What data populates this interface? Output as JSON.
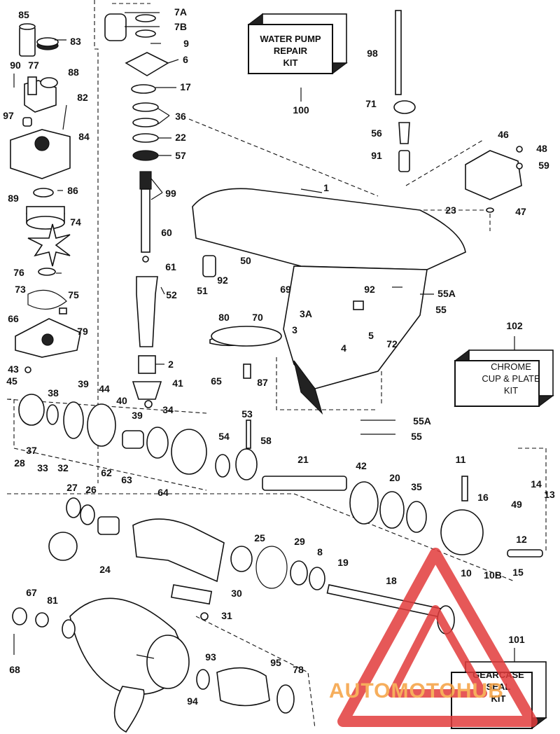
{
  "kits": {
    "water_pump": {
      "line1": "WATER PUMP",
      "line2": "REPAIR",
      "line3": "KIT",
      "number": "100"
    },
    "chrome_cup": {
      "line1": "CHROME",
      "line2": "CUP & PLATE",
      "line3": "KIT",
      "number": "102"
    },
    "gearcase_seal": {
      "line1": "GEARCASE",
      "line2": "SEAL",
      "line3": "KIT",
      "number": "101"
    }
  },
  "callouts": {
    "c85": "85",
    "c83": "83",
    "c90": "90",
    "c77": "77",
    "c88": "88",
    "c82": "82",
    "c97": "97",
    "c84": "84",
    "c86": "86",
    "c89": "89",
    "c74": "74",
    "c76": "76",
    "c73": "73",
    "c75": "75",
    "c66": "66",
    "c79": "79",
    "c43": "43",
    "c45": "45",
    "c38": "38",
    "c39a": "39",
    "c44": "44",
    "c40": "40",
    "c39b": "39",
    "c41": "41",
    "c34": "34",
    "c37": "37",
    "c28": "28",
    "c33": "33",
    "c32": "32",
    "c62": "62",
    "c63": "63",
    "c64": "64",
    "c27": "27",
    "c26": "26",
    "c24": "24",
    "c7a": "7A",
    "c7b": "7B",
    "c9": "9",
    "c6": "6",
    "c17": "17",
    "c36": "36",
    "c22": "22",
    "c57": "57",
    "c99": "99",
    "c60": "60",
    "c61": "61",
    "c52": "52",
    "c2": "2",
    "c51": "51",
    "c92a": "92",
    "c50": "50",
    "c69": "69",
    "c80": "80",
    "c70": "70",
    "c1": "1",
    "c65": "65",
    "c87": "87",
    "c3a": "3A",
    "c3": "3",
    "c4": "4",
    "c5": "5",
    "c72": "72",
    "c92b": "92",
    "c55a1": "55A",
    "c55a": "55",
    "c98": "98",
    "c71": "71",
    "c56": "56",
    "c91": "91",
    "c46": "46",
    "c48": "48",
    "c59": "59",
    "c23": "23",
    "c47": "47",
    "c53": "53",
    "c54": "54",
    "c58": "58",
    "c21": "21",
    "c42": "42",
    "c20": "20",
    "c35": "35",
    "c55a2": "55A",
    "c55b": "55",
    "c11": "11",
    "c14": "14",
    "c13": "13",
    "c16": "16",
    "c49": "49",
    "c12": "12",
    "c10": "10",
    "c10b": "10B",
    "c15": "15",
    "c25": "25",
    "c29": "29",
    "c8": "8",
    "c19": "19",
    "c18": "18",
    "c30": "30",
    "c31": "31",
    "c67": "67",
    "c81": "81",
    "c68": "68",
    "c93": "93",
    "c95": "95",
    "c78": "78",
    "c94": "94"
  },
  "watermark": {
    "text": "AUTOMOTOHUB",
    "color_primary": "#f5a040",
    "color_secondary": "#e23c3c"
  }
}
